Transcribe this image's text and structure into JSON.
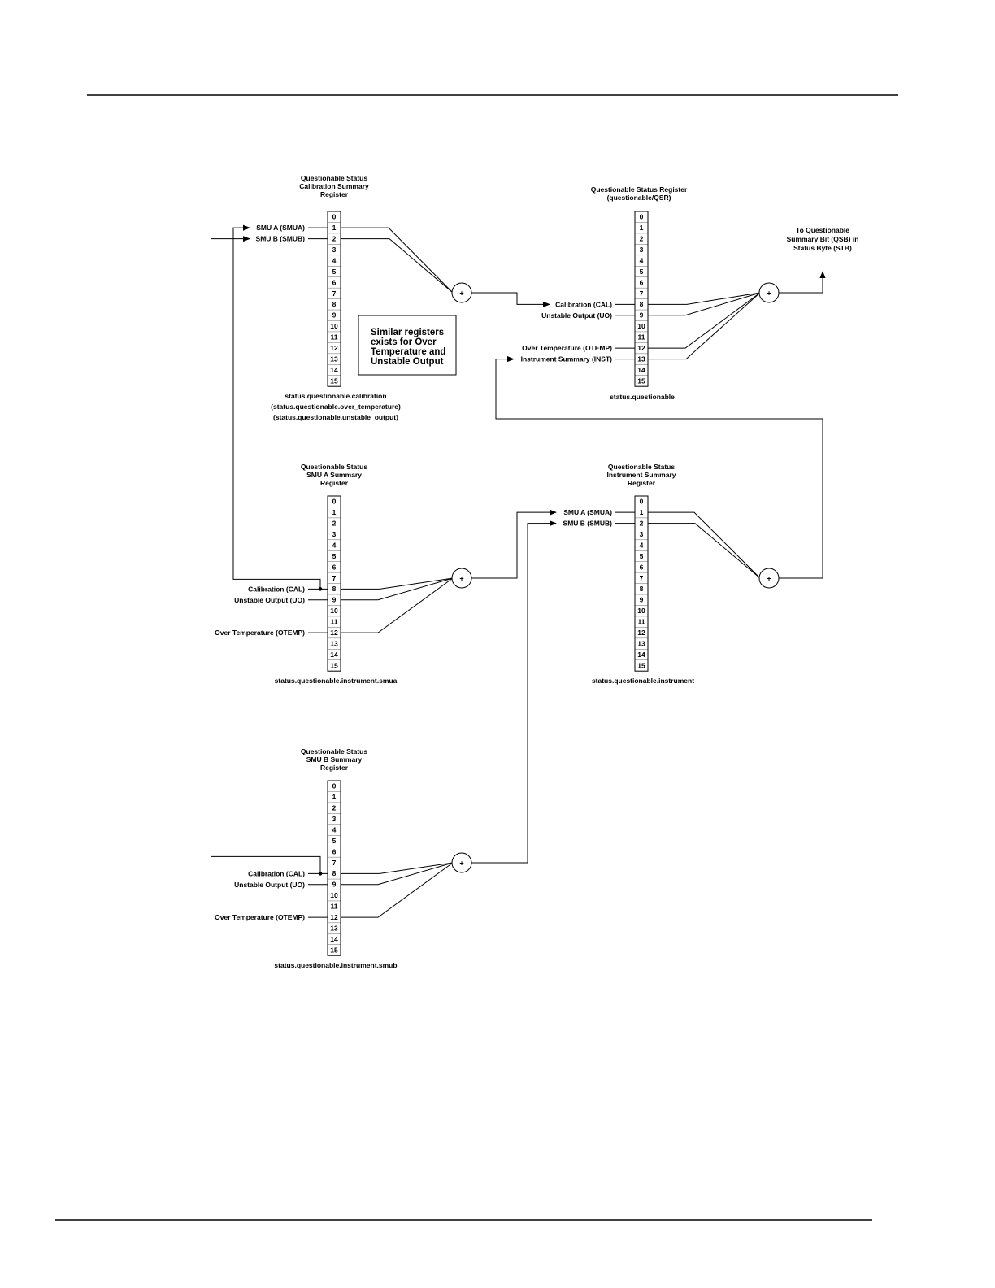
{
  "registers": [
    {
      "id": "calibration",
      "title_lines": [
        "Questionable Status",
        "Calibration Summary",
        "Register"
      ],
      "bits": [
        "0",
        "1",
        "2",
        "3",
        "4",
        "5",
        "6",
        "7",
        "8",
        "9",
        "10",
        "11",
        "12",
        "13",
        "14",
        "15"
      ],
      "inputs": [
        {
          "bit": 1,
          "label": "SMU A (SMUA)"
        },
        {
          "bit": 2,
          "label": "SMU B (SMUB)"
        }
      ],
      "command_lines": [
        "status.questionable.calibration",
        "(status.questionable.over_temperature)",
        "(status.questionable.unstable_output)"
      ]
    },
    {
      "id": "questionable",
      "title_lines": [
        "Questionable Status Register",
        "(questionable/QSR)"
      ],
      "bits": [
        "0",
        "1",
        "2",
        "3",
        "4",
        "5",
        "6",
        "7",
        "8",
        "9",
        "10",
        "11",
        "12",
        "13",
        "14",
        "15"
      ],
      "inputs": [
        {
          "bit": 8,
          "label": "Calibration (CAL)"
        },
        {
          "bit": 9,
          "label": "Unstable Output (UO)"
        },
        {
          "bit": 12,
          "label": "Over Temperature  (OTEMP)"
        },
        {
          "bit": 13,
          "label": "Instrument Summary (INST)"
        }
      ],
      "command_lines": [
        "status.questionable"
      ]
    },
    {
      "id": "smua",
      "title_lines": [
        "Questionable Status",
        "SMU A Summary",
        "Register"
      ],
      "bits": [
        "0",
        "1",
        "2",
        "3",
        "4",
        "5",
        "6",
        "7",
        "8",
        "9",
        "10",
        "11",
        "12",
        "13",
        "14",
        "15"
      ],
      "inputs": [
        {
          "bit": 8,
          "label": "Calibration (CAL)"
        },
        {
          "bit": 9,
          "label": "Unstable Output (UO)"
        },
        {
          "bit": 12,
          "label": "Over Temperature  (OTEMP)"
        }
      ],
      "command_lines": [
        "status.questionable.instrument.smua"
      ]
    },
    {
      "id": "instrument",
      "title_lines": [
        "Questionable Status",
        "Instrument Summary",
        "Register"
      ],
      "bits": [
        "0",
        "1",
        "2",
        "3",
        "4",
        "5",
        "6",
        "7",
        "8",
        "9",
        "10",
        "11",
        "12",
        "13",
        "14",
        "15"
      ],
      "inputs": [
        {
          "bit": 1,
          "label": "SMU A (SMUA)"
        },
        {
          "bit": 2,
          "label": "SMU B (SMUB)"
        }
      ],
      "command_lines": [
        "status.questionable.instrument"
      ]
    },
    {
      "id": "smub",
      "title_lines": [
        "Questionable Status",
        "SMU B Summary",
        "Register"
      ],
      "bits": [
        "0",
        "1",
        "2",
        "3",
        "4",
        "5",
        "6",
        "7",
        "8",
        "9",
        "10",
        "11",
        "12",
        "13",
        "14",
        "15"
      ],
      "inputs": [
        {
          "bit": 8,
          "label": "Calibration (CAL)"
        },
        {
          "bit": 9,
          "label": "Unstable Output (UO)"
        },
        {
          "bit": 12,
          "label": "Over Temperature  (OTEMP)"
        }
      ],
      "command_lines": [
        "status.questionable.instrument.smub"
      ]
    }
  ],
  "summing_symbol": "+",
  "note_lines": [
    "Similar registers",
    "exists for Over",
    "Temperature and",
    "Unstable Output"
  ],
  "output_label_lines": [
    "To Questionable",
    "Summary Bit (QSB) in",
    "Status Byte (STB)"
  ]
}
